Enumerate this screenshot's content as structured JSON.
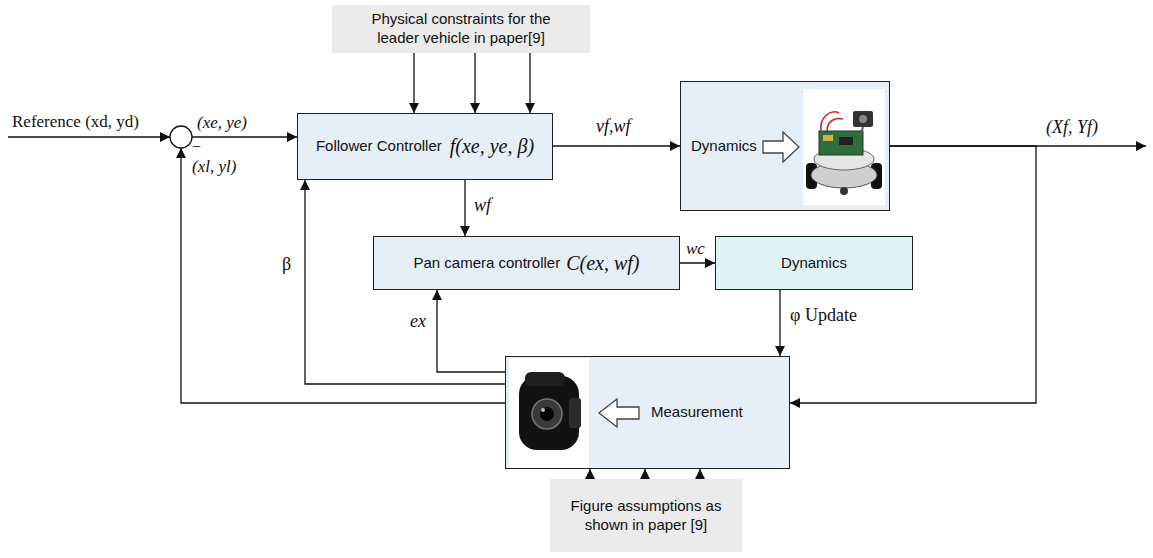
{
  "diagram": {
    "nodes": [
      {
        "text": [
          "Physical constraints for the leader vehicle in paper[9]"
        ]
      },
      {
        "text": [
          "Follower Controller",
          "f(xe, ye, β)"
        ]
      },
      {
        "text": [
          "Dynamics"
        ]
      },
      {
        "text": [
          "Pan camera controller",
          "C(ex, wf)"
        ]
      },
      {
        "text": [
          "Dynamics"
        ]
      },
      {
        "text": [
          "Measurement"
        ]
      },
      {
        "text": [
          "Figure assumptions as shown in paper [9]"
        ]
      }
    ],
    "edges": [
      {
        "from": 0,
        "to": 1,
        "arrow": "to"
      },
      {
        "from": 0,
        "to": 1,
        "arrow": "to"
      },
      {
        "from": 0,
        "to": 1,
        "arrow": "to"
      },
      {
        "from": 1,
        "to": 2,
        "label": "vf,wf",
        "arrow": "to"
      },
      {
        "from": 1,
        "to": 3,
        "label": "wf",
        "arrow": "to"
      },
      {
        "from": 3,
        "to": 4,
        "label": "wc",
        "arrow": "to"
      },
      {
        "from": 4,
        "to": 5,
        "label": "φ Update",
        "arrow": "to"
      },
      {
        "from": 5,
        "to": 3,
        "label": "ex",
        "arrow": "to"
      },
      {
        "from": 5,
        "to": 1,
        "label": "β",
        "arrow": "to"
      },
      {
        "from": 2,
        "to": 5,
        "arrow": "to"
      },
      {
        "from": 6,
        "to": 5,
        "arrow": "to"
      },
      {
        "from": 6,
        "to": 5,
        "arrow": "to"
      },
      {
        "from": 6,
        "to": 5,
        "arrow": "to"
      }
    ],
    "labels": [
      "Reference (xd, yd)",
      "(xe, ye)",
      "−",
      "(xl, yl)",
      "(Xf, Yf)"
    ]
  }
}
